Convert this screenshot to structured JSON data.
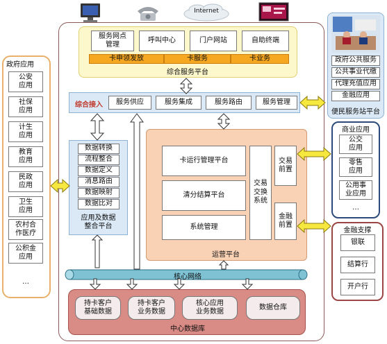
{
  "top_icons": {
    "internet": "Internet"
  },
  "service_platform": {
    "title": "综合服务平台",
    "channels": [
      "服务网点\n管理",
      "呼叫中心",
      "门户网站",
      "自助终端"
    ],
    "card_bars": [
      "卡申领发放",
      "卡服务",
      "卡业务"
    ]
  },
  "access": {
    "label": "综合接入",
    "items": [
      "服务供应",
      "服务集成",
      "服务路由",
      "服务管理"
    ]
  },
  "gov_apps": {
    "title": "政府应用",
    "items": [
      "公安\n应用",
      "社保\n应用",
      "计生\n应用",
      "教育\n应用",
      "民政\n应用",
      "卫生\n应用",
      "农村合\n作医疗",
      "公积金\n应用",
      "…"
    ]
  },
  "data_integration": {
    "title": "应用及数据\n整合平台",
    "items": [
      "数据转换",
      "流程整合",
      "数据定义",
      "消息路由",
      "数据映射",
      "数据比对"
    ]
  },
  "ops_platform": {
    "title": "运营平台",
    "items": [
      "卡运行管理平台",
      "清分结算平台",
      "系统管理"
    ],
    "exchange": "交易\n交换\n系统",
    "front": [
      "交易\n前置",
      "金融\n前置"
    ]
  },
  "convenience": {
    "title": "便民服务站平台",
    "items": [
      "政府公共服务",
      "公共事业代缴",
      "代理充值应用",
      "金融应用"
    ]
  },
  "commerce": {
    "title": "商业应用",
    "items": [
      "公交\n应用",
      "零售\n应用",
      "公用事\n业应用",
      "…"
    ]
  },
  "finance": {
    "title": "金融支撑",
    "items": [
      "银联",
      "结算行",
      "开户行"
    ]
  },
  "core_network": {
    "label": "核心网络"
  },
  "central_db": {
    "title": "中心数据库",
    "items": [
      "持卡客户\n基础数据",
      "持卡客户\n业务数据",
      "核心应用\n业务数据",
      "数据仓库"
    ]
  },
  "colors": {
    "yellow_panel": "#fdf7cc",
    "orange_bar": "#f7a823",
    "blue_panel": "#dbe9f6",
    "peach_panel": "#f9d2b6",
    "db_panel": "#d98b85",
    "network": "#7ec2d4",
    "gov_border": "#e8b06a",
    "finance_border": "#9c4545",
    "commerce_border": "#2e4a7a",
    "arrow_yellow": "#f6e83f"
  }
}
